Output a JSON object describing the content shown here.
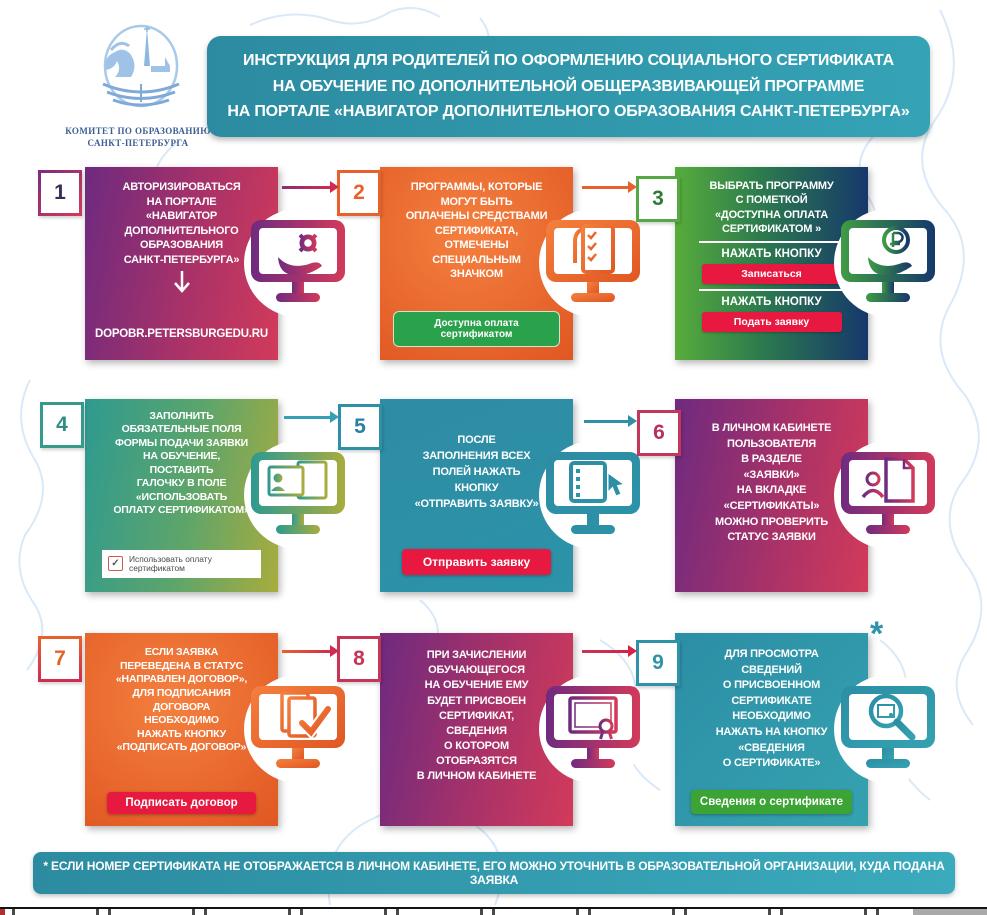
{
  "header": {
    "logo_caption_line1": "КОМИТЕТ ПО ОБРАЗОВАНИЮ",
    "logo_caption_line2": "САНКТ-ПЕТЕРБУРГА",
    "title_line1": "ИНСТРУКЦИЯ ДЛЯ РОДИТЕЛЕЙ ПО ОФОРМЛЕНИЮ СОЦИАЛЬНОГО СЕРТИФИКАТА",
    "title_line2": "НА ОБУЧЕНИЕ ПО ДОПОЛНИТЕЛЬНОЙ ОБЩЕРАЗВИВАЮЩЕЙ ПРОГРАММЕ",
    "title_line3": "НА ПОРТАЛЕ «НАВИГАТОР ДОПОЛНИТЕЛЬНОГО ОБРАЗОВАНИЯ САНКТ-ПЕТЕРБУРГА»"
  },
  "steps": [
    {
      "number": "1",
      "text": "АВТОРИЗИРОВАТЬСЯ\nНА ПОРТАЛЕ\n«НАВИГАТОР\nДОПОЛНИТЕЛЬНОГО\nОБРАЗОВАНИЯ\nСАНКТ-ПЕТЕРБУРГА»",
      "url": "DOPOBR.PETERSBURGEDU.RU",
      "icon": "monitor-gear-hand-icon",
      "color_from": "#6E2A7F",
      "color_to": "#D23A5A"
    },
    {
      "number": "2",
      "text": "ПРОГРАММЫ, КОТОРЫЕ\nМОГУТ БЫТЬ\nОПЛАЧЕНЫ СРЕДСТВАМИ\nСЕРТИФИКАТА,\nОТМЕЧЕНЫ\nСПЕЦИАЛЬНЫМ\nЗНАЧКОМ",
      "badge": "Доступна оплата сертификатом",
      "badge_color": "#2AA14B",
      "icon": "monitor-checklist-icon",
      "color_from": "#F4803F",
      "color_to": "#E05722"
    },
    {
      "number": "3",
      "text": "ВЫБРАТЬ ПРОГРАММУ\nС ПОМЕТКОЙ\n«ДОСТУПНА ОПЛАТА\nСЕРТИФИКАТОМ »",
      "press1": "НАЖАТЬ КНОПКУ",
      "btn1": "Записаться",
      "press2": "НАЖАТЬ КНОПКУ",
      "btn2": "Подать заявку",
      "button_color": "#E81940",
      "icon": "monitor-ruble-hand-icon",
      "color_from": "#57AC3B",
      "color_to": "#16386B"
    },
    {
      "number": "4",
      "text": "ЗАПОЛНИТЬ\nОБЯЗАТЕЛЬНЫЕ ПОЛЯ\nФОРМЫ ПОДАЧИ ЗАЯВКИ\nНА ОБУЧЕНИЕ,\nПОСТАВИТЬ\nГАЛОЧКУ В ПОЛЕ\n«ИСПОЛЬЗОВАТЬ\nОПЛАТУ СЕРТИФИКАТОМ»",
      "checkbox_glyph": "✓",
      "checkbox_label": "Использовать оплату сертификатом",
      "icon": "monitor-form-profile-icon",
      "color_from": "#2E9A90",
      "color_to": "#A8AC3E"
    },
    {
      "number": "5",
      "text": "ПОСЛЕ\nЗАПОЛНЕНИЯ ВСЕХ\nПОЛЕЙ НАЖАТЬ\nКНОПКУ\n«ОТПРАВИТЬ ЗАЯВКУ»",
      "btn": "Отправить заявку",
      "button_color": "#E81940",
      "icon": "monitor-list-cursor-icon",
      "color_from": "#2E8CA4",
      "color_to": "#2C93A9"
    },
    {
      "number": "6",
      "text": "В ЛИЧНОМ КАБИНЕТЕ\nПОЛЬЗОВАТЕЛЯ\nВ РАЗДЕЛЕ\n«ЗАЯВКИ»\nНА ВКЛАДКЕ\n«СЕРТИФИКАТЫ»\nМОЖНО ПРОВЕРИТЬ\nСТАТУС ЗАЯВКИ",
      "icon": "monitor-profile-document-icon",
      "color_from": "#6E2A7F",
      "color_to": "#D23A5A"
    },
    {
      "number": "7",
      "text": "ЕСЛИ ЗАЯВКА\nПЕРЕВЕДЕНА В СТАТУС\n«НАПРАВЛЕН ДОГОВОР»,\nДЛЯ ПОДПИСАНИЯ\nДОГОВОРА\nНЕОБХОДИМО\nНАЖАТЬ КНОПКУ\n«ПОДПИСАТЬ ДОГОВОР»",
      "btn": "Подписать договор",
      "button_color": "#E81940",
      "icon": "monitor-contract-check-icon",
      "color_from": "#F4803F",
      "color_to": "#E05722"
    },
    {
      "number": "8",
      "text": "ПРИ ЗАЧИСЛЕНИИ\nОБУЧАЮЩЕГОСЯ\nНА ОБУЧЕНИЕ ЕМУ\nБУДЕТ ПРИСВОЕН\nСЕРТИФИКАТ,\nСВЕДЕНИЯ\nО КОТОРОМ\nОТОБРАЗЯТСЯ\nВ ЛИЧНОМ КАБИНЕТЕ",
      "icon": "monitor-certificate-icon",
      "color_from": "#6E2A7F",
      "color_to": "#D23A5A"
    },
    {
      "number": "9",
      "text": "ДЛЯ ПРОСМОТРА\nСВЕДЕНИЙ\nО ПРИСВОЕННОМ\nСЕРТИФИКАТЕ\nНЕОБХОДИМО\nНАЖАТЬ НА КНОПКУ\n«СВЕДЕНИЯ\nО СЕРТИФИКАТЕ»",
      "btn": "Сведения о сертификате",
      "button_color": "#3CA435",
      "asterisk": "*",
      "icon": "monitor-magnifier-certificate-icon",
      "color_from": "#2C8EA5",
      "color_to": "#35A2B0"
    }
  ],
  "footnote": "* ЕСЛИ НОМЕР СЕРТИФИКАТА НЕ ОТОБРАЖАЕТСЯ В ЛИЧНОМ КАБИНЕТЕ, ЕГО МОЖНО УТОЧНИТЬ В ОБРАЗОВАТЕЛЬНОЙ ОРГАНИЗАЦИИ, КУДА ПОДАНА ЗАЯВКА",
  "palette": {
    "banner_teal_from": "#2C8BA0",
    "banner_teal_to": "#35A3B6",
    "button_red": "#E81940",
    "button_green": "#2AA14B",
    "map_watermark": "#D9E9F8"
  }
}
